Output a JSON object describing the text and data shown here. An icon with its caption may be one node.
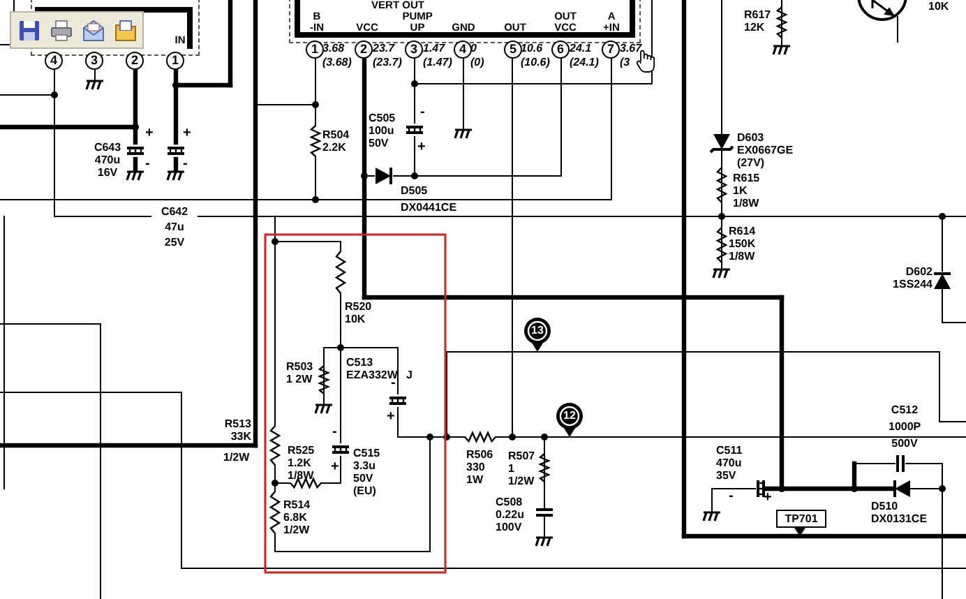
{
  "diagram": {
    "nodes": [
      {
        "text": [
          "IN"
        ]
      },
      {
        "text": [
          "4"
        ]
      },
      {
        "text": [
          "3"
        ]
      },
      {
        "text": [
          "2"
        ]
      },
      {
        "text": [
          "1"
        ]
      },
      {
        "text": [
          "VERT OUT",
          "B -IN",
          "VCC",
          "PUMP UP",
          "GND",
          "OUT",
          "OUT VCC",
          "A +IN"
        ]
      },
      {
        "text": [
          "1"
        ]
      },
      {
        "text": [
          "2"
        ]
      },
      {
        "text": [
          "3"
        ]
      },
      {
        "text": [
          "4"
        ]
      },
      {
        "text": [
          "5"
        ]
      },
      {
        "text": [
          "6"
        ]
      },
      {
        "text": [
          "7"
        ]
      },
      {
        "text": [
          "13"
        ]
      },
      {
        "text": [
          "12"
        ]
      },
      {
        "text": [
          "TP701"
        ]
      }
    ],
    "labels": [
      "R617 12K",
      "10K",
      "+",
      "+",
      "3.68 (3.68)",
      "23.7 (23.7)",
      "1.47 (1.47)",
      "0 (0)",
      "10.6 (10.6)",
      "24.1 (24.1)",
      "3.67 (3",
      "C643 470u 16V",
      "-",
      "-",
      "R504 2.2K",
      "C505 100u 50V",
      "-",
      "+",
      "D603 EX0667GE (27V)",
      "D505 DX0441CE",
      "R615 1K 1/8W",
      "C642 47u 25V",
      "R614 150K 1/8W",
      "D602 1SS244",
      "R520 10K",
      "R503 1 2W",
      "C513 EZA332W",
      "J",
      "-",
      "+",
      "R513 33K",
      "1/2W",
      "R525 1.2K 1/8W",
      "-",
      "+",
      "C515 3.3u 50V (EU)",
      "R506 330 1W",
      "R507 1 1/2W",
      "C511 470u 35V",
      "-",
      "+",
      "C512 1000P 500V",
      "R514 6.8K 1/2W",
      "C508 0.22u 100V",
      "D510 DX0131CE"
    ]
  }
}
